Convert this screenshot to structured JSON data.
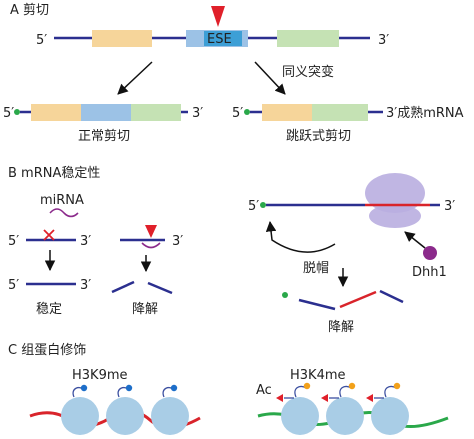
{
  "colors": {
    "rna_line": "#2b2f8f",
    "exon_yellow": "#f6d59a",
    "exon_blue": "#9cc2e6",
    "exon_green": "#c5e2b4",
    "ese_box": "#3d9fd6",
    "marker_red": "#e0202a",
    "mirna_purple": "#8b2a8b",
    "cap_green": "#2aa84a",
    "ribosome": "#b9aee0",
    "dhh1_purple": "#8b2a8b",
    "nucleosome": "#a9cde6",
    "chromatin_red": "#d9242b",
    "chromatin_green": "#2aa84a",
    "methyl_blue": "#1d6ec9",
    "acetyl_orange": "#f2a11a",
    "arrow_black": "#111111"
  },
  "sectionA": {
    "title": "A 剪切",
    "five_prime": "5′",
    "three_prime": "3′",
    "ese_label": "ESE",
    "mutation_label": "同义突变",
    "normal_five": "5′",
    "normal_three": "3′",
    "normal_caption": "正常剪切",
    "skip_five": "5′",
    "skip_three": "3′成熟mRNA",
    "skip_caption": "跳跃式剪切"
  },
  "sectionB": {
    "title": "B mRNA稳定性",
    "mirna_label": "miRNA",
    "left_five": "5′",
    "left_three": "3′",
    "left_caption": "稳定",
    "mid_three": "3′",
    "mid_caption": "降解",
    "right_five": "5′",
    "right_three": "3′",
    "decap_label": "脱帽",
    "dhh1_label": "Dhh1",
    "right_caption": "降解"
  },
  "sectionC": {
    "title": "C 组蛋白修饰",
    "left_mark": "H3K9me",
    "right_mark": "H3K4me",
    "acetyl_label": "Ac"
  },
  "icons": {
    "mutation": "red-triangle-marker-icon",
    "cap": "green-dot-cap-icon",
    "dhh1": "purple-dot-protein-icon"
  }
}
